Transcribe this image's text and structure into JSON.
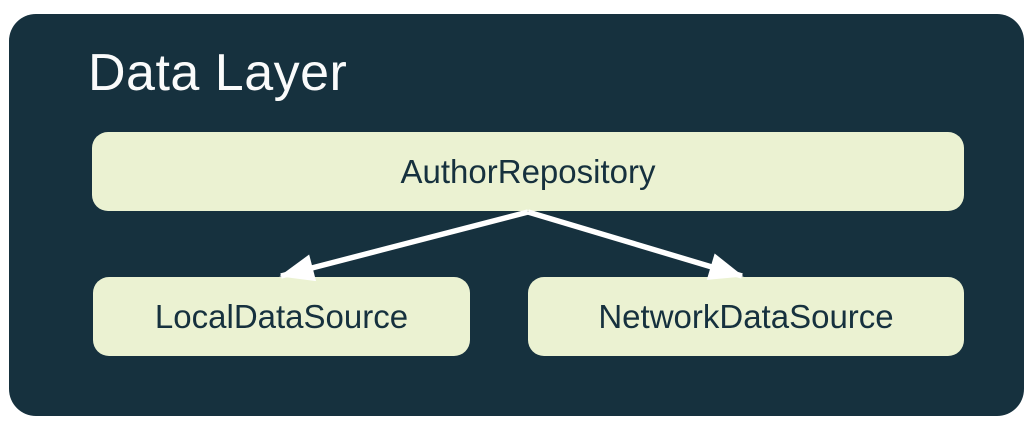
{
  "diagram": {
    "title": "Data Layer",
    "nodes": [
      {
        "id": "author-repository",
        "label": "AuthorRepository"
      },
      {
        "id": "local-data-source",
        "label": "LocalDataSource"
      },
      {
        "id": "network-data-source",
        "label": "NetworkDataSource"
      }
    ],
    "edges": [
      {
        "from": "author-repository",
        "to": "local-data-source"
      },
      {
        "from": "author-repository",
        "to": "network-data-source"
      }
    ],
    "colors": {
      "canvas_bg": "#FFFFFF",
      "container_bg": "#16313E",
      "node_bg": "#EBF2D2",
      "node_text": "#16313E",
      "title_text": "#FAFBFB",
      "arrow": "#FFFFFF"
    }
  }
}
